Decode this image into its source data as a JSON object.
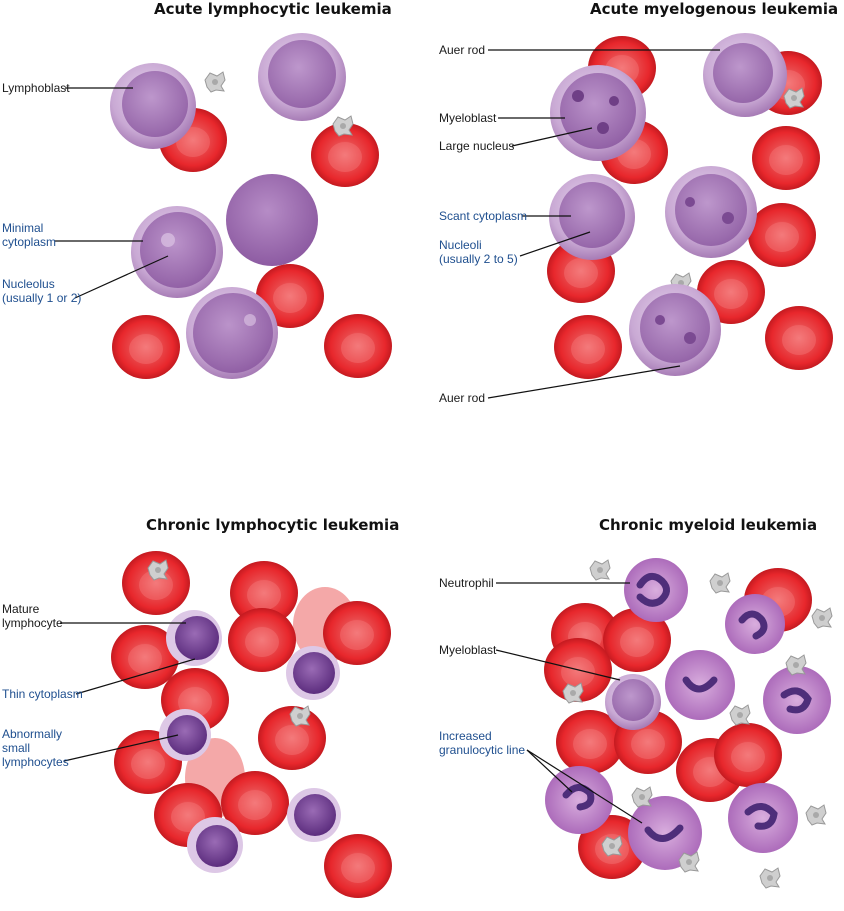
{
  "colors": {
    "rbc": "#e8272c",
    "rbc_center": "#f47a7a",
    "blast_fill": "#b98bc4",
    "blast_nucleus": "#9663a9",
    "neutrophil_fill": "#b87ac3",
    "lymphocyte_nucleus": "#6e3c8e",
    "platelet": "#c9c9c9",
    "label_black": "#1a1a1a",
    "label_blue": "#1f4f8f"
  },
  "panels": {
    "all": {
      "title": "Acute lymphocytic leukemia",
      "labels": {
        "lymphoblast": "Lymphoblast",
        "minimal_cytoplasm": "Minimal\ncytoplasm",
        "nucleolus": "Nucleolus\n(usually 1 or 2)"
      }
    },
    "aml": {
      "title": "Acute myelogenous leukemia",
      "labels": {
        "auer_rod_top": "Auer rod",
        "myeloblast": "Myeloblast",
        "large_nucleus": "Large nucleus",
        "scant_cytoplasm": "Scant cytoplasm",
        "nucleoli": "Nucleoli\n(usually 2 to 5)",
        "auer_rod_bottom": "Auer rod"
      }
    },
    "cll": {
      "title": "Chronic lymphocytic leukemia",
      "labels": {
        "mature_lymphocyte": "Mature\nlymphocyte",
        "thin_cytoplasm": "Thin cytoplasm",
        "abnormally_small": "Abnormally\nsmall\nlymphocytes"
      }
    },
    "cml": {
      "title": "Chronic myeloid leukemia",
      "labels": {
        "neutrophil": "Neutrophil",
        "myeloblast": "Myeloblast",
        "increased_granulocytic": "Increased\ngranulocytic line"
      }
    }
  }
}
